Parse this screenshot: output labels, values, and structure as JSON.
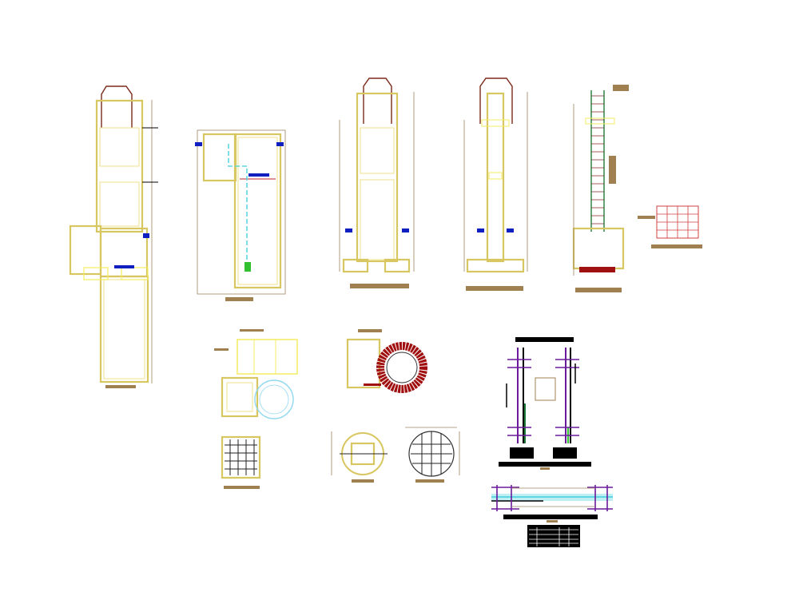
{
  "canvas": {
    "background": "#ffffff"
  },
  "colors": {
    "wall": "#d8c660",
    "wall_inner": "#efe08a",
    "dimension": "#9c8660",
    "cap": "#7a2a1a",
    "water_level": "#1020c0",
    "pipe": "#5fd6e0",
    "rebar_ring": "#a01010",
    "rebar_green": "#1f7a3a",
    "column_purple": "#6a1a9a",
    "label_bar": "#a08050",
    "black": "#000000"
  },
  "drawings": [
    {
      "name": "section-a"
    },
    {
      "name": "section-b"
    },
    {
      "name": "elevation-c"
    },
    {
      "name": "elevation-d"
    },
    {
      "name": "reinforcement-ladder"
    },
    {
      "name": "grid-detail"
    },
    {
      "name": "plan-views"
    },
    {
      "name": "ring-reinforcement"
    },
    {
      "name": "slab-grid"
    },
    {
      "name": "circular-plans"
    },
    {
      "name": "column-details"
    },
    {
      "name": "beam-detail"
    },
    {
      "name": "schedule-table"
    }
  ]
}
